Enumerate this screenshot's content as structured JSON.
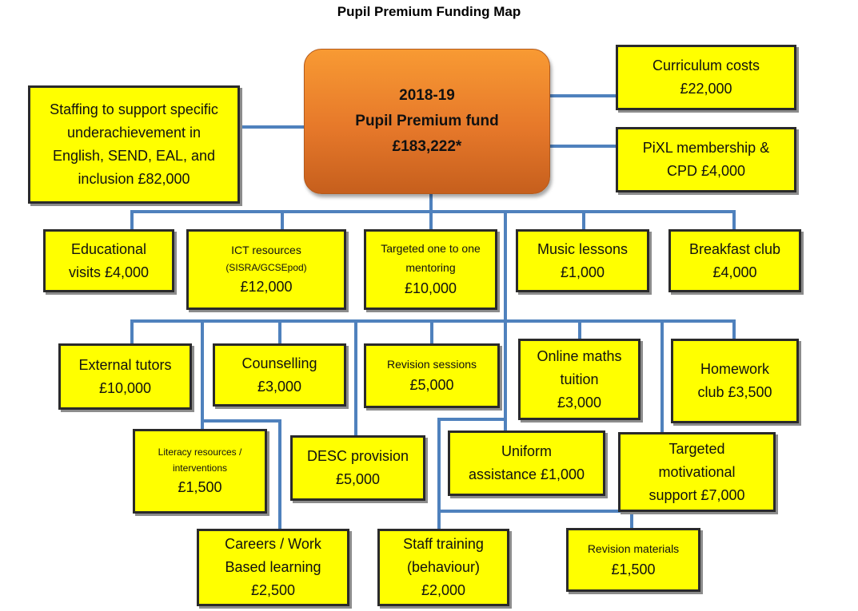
{
  "title": "Pupil Premium Funding Map",
  "colors": {
    "box_fill": "#ffff00",
    "connector": "#4f81bd",
    "fund_fill": "#f0882d"
  },
  "fund": {
    "year": "2018-19",
    "label": "Pupil Premium fund",
    "amount": "£183,222*"
  },
  "boxes": {
    "staffing": {
      "text": [
        "Staffing to support specific",
        "underachievement in",
        "English, SEND, EAL, and",
        "inclusion £82,000"
      ]
    },
    "curriculum": {
      "text": [
        "Curriculum costs",
        "£22,000"
      ]
    },
    "pixl": {
      "text": [
        "PiXL membership &",
        "CPD £4,000"
      ]
    },
    "educational_visits": {
      "text": [
        "Educational",
        "visits £4,000"
      ]
    },
    "ict": {
      "line1": "ICT resources",
      "line2": "(SISRA/GCSEpod)",
      "line3": "£12,000"
    },
    "mentoring": {
      "line1": "Targeted one to one",
      "line2": "mentoring",
      "line3": "£10,000"
    },
    "music": {
      "text": [
        "Music lessons",
        "£1,000"
      ]
    },
    "breakfast": {
      "text": [
        "Breakfast club",
        "£4,000"
      ]
    },
    "external_tutors": {
      "text": [
        "External tutors",
        "£10,000"
      ]
    },
    "counselling": {
      "text": [
        "Counselling",
        "£3,000"
      ]
    },
    "revision_sessions": {
      "line1": "Revision sessions",
      "line2": "£5,000"
    },
    "online_maths": {
      "text": [
        "Online maths",
        "tuition",
        "£3,000"
      ]
    },
    "homework": {
      "text": [
        "Homework",
        "club £3,500"
      ]
    },
    "literacy": {
      "line1": "Literacy resources /",
      "line2": "interventions",
      "line3": "£1,500"
    },
    "desc": {
      "text": [
        "DESC provision",
        "£5,000"
      ]
    },
    "uniform": {
      "text": [
        "Uniform",
        "assistance £1,000"
      ]
    },
    "motivational": {
      "text": [
        "Targeted",
        "motivational",
        "support £7,000"
      ]
    },
    "careers": {
      "text": [
        "Careers / Work",
        "Based learning",
        "£2,500"
      ]
    },
    "staff_training": {
      "text": [
        "Staff training",
        "(behaviour)",
        "£2,000"
      ]
    },
    "revision_materials": {
      "line1": "Revision materials",
      "line2": "£1,500"
    }
  }
}
